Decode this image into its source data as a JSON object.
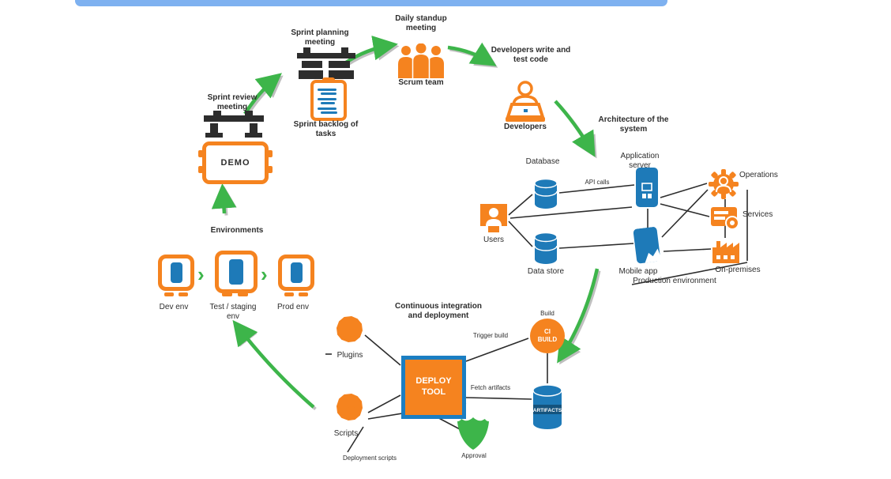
{
  "colors": {
    "orange": "#f5831f",
    "blue": "#1e7ab8",
    "green": "#3db54a",
    "banner_blue": "#7eb1f0",
    "text_dark": "#2d2d2d"
  },
  "planning": {
    "title": "Sprint planning meeting",
    "backlog_label": "Sprint backlog of tasks"
  },
  "standup": {
    "title": "Daily standup meeting",
    "team_label": "Scrum team"
  },
  "developer": {
    "title": "Developers write and test code",
    "label": "Developers"
  },
  "architecture": {
    "title": "Architecture of the system",
    "users_label": "Users",
    "db1_label": "Database",
    "api_label": "API calls",
    "db2_label": "Data store",
    "app_label": "Application server",
    "mobile_label": "Mobile app",
    "gear_label": "Operations",
    "services_label": "Services",
    "factory_label": "On-premises",
    "env_label": "Production environment"
  },
  "review": {
    "title": "Sprint review meeting",
    "screen_text": "DEMO"
  },
  "environments": {
    "title": "Environments",
    "items": [
      {
        "label": "Dev env"
      },
      {
        "label": "Test / staging env"
      },
      {
        "label": "Prod env"
      }
    ]
  },
  "cicd": {
    "title": "Continuous integration and deployment",
    "deploy_label": "DEPLOY TOOL",
    "ci_label": "CI BUILD",
    "ci_caption": "Build",
    "artifacts_label": "ARTIFACTS",
    "plugin1_label": "Plugins",
    "plugin2_label": "Scripts",
    "scripts_caption": "Deployment scripts",
    "build_line_label": "Trigger build",
    "fetch_line_label": "Fetch artifacts",
    "approve_label": "Approval"
  }
}
